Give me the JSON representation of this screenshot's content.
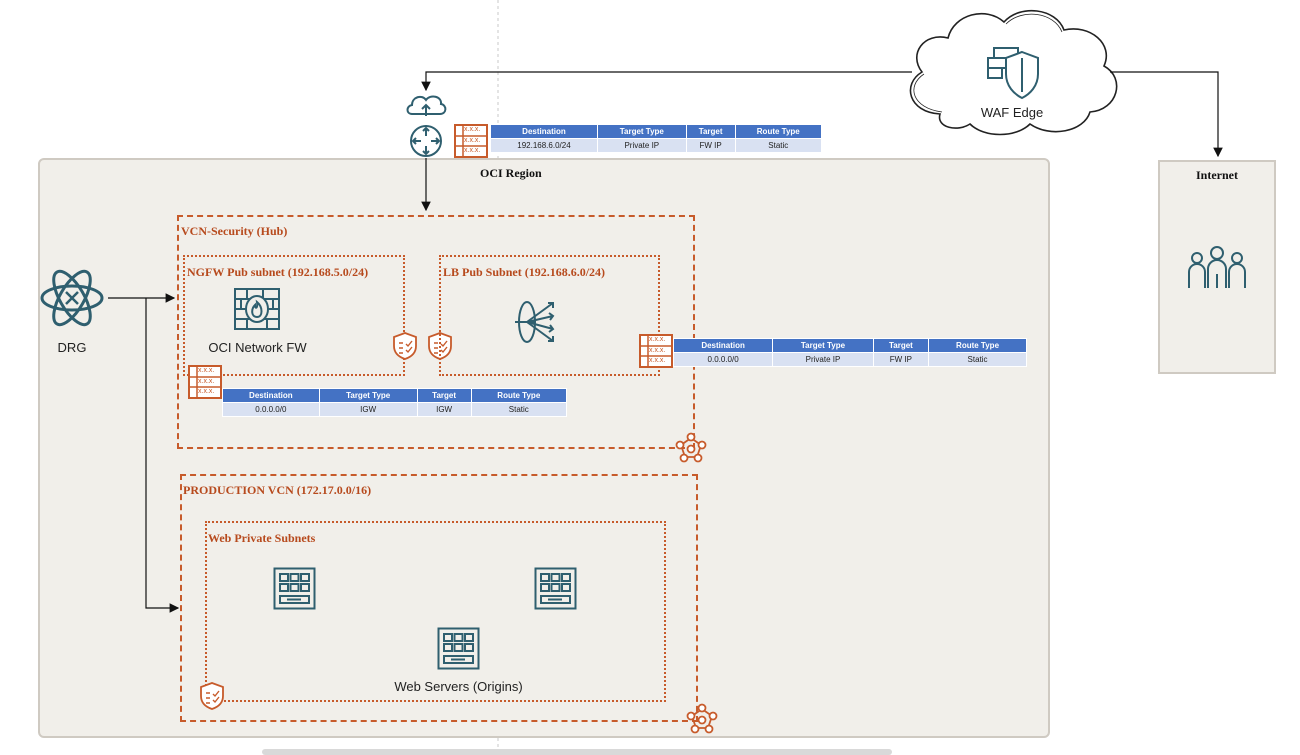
{
  "labels": {
    "oci_region": "OCI Region",
    "internet": "Internet",
    "waf_edge": "WAF Edge",
    "drg": "DRG",
    "vcn_security": "VCN-Security (Hub)",
    "ngfw_subnet": "NGFW Pub subnet (192.168.5.0/24)",
    "lb_subnet": "LB Pub Subnet (192.168.6.0/24)",
    "oci_network_fw": "OCI Network FW",
    "production_vcn": "PRODUCTION VCN (172.17.0.0/16)",
    "web_private_subnets": "Web Private Subnets",
    "web_servers": "Web Servers (Origins)"
  },
  "route_table_icon_text": "x.x.x.",
  "route_tables": {
    "igw": {
      "headers": [
        "Destination",
        "Target Type",
        "Target",
        "Route Type"
      ],
      "row": [
        "192.168.6.0/24",
        "Private IP",
        "FW IP",
        "Static"
      ]
    },
    "lb": {
      "headers": [
        "Destination",
        "Target Type",
        "Target",
        "Route Type"
      ],
      "row": [
        "0.0.0.0/0",
        "Private IP",
        "FW IP",
        "Static"
      ]
    },
    "ngfw": {
      "headers": [
        "Destination",
        "Target Type",
        "Target",
        "Route Type"
      ],
      "row": [
        "0.0.0.0/0",
        "IGW",
        "IGW",
        "Static"
      ]
    }
  },
  "colors": {
    "teal": "#2f5f6f",
    "orange": "#c75b2b",
    "table_header": "#4472c4",
    "table_row": "#d9e1f2",
    "region_bg": "#f1efea"
  }
}
